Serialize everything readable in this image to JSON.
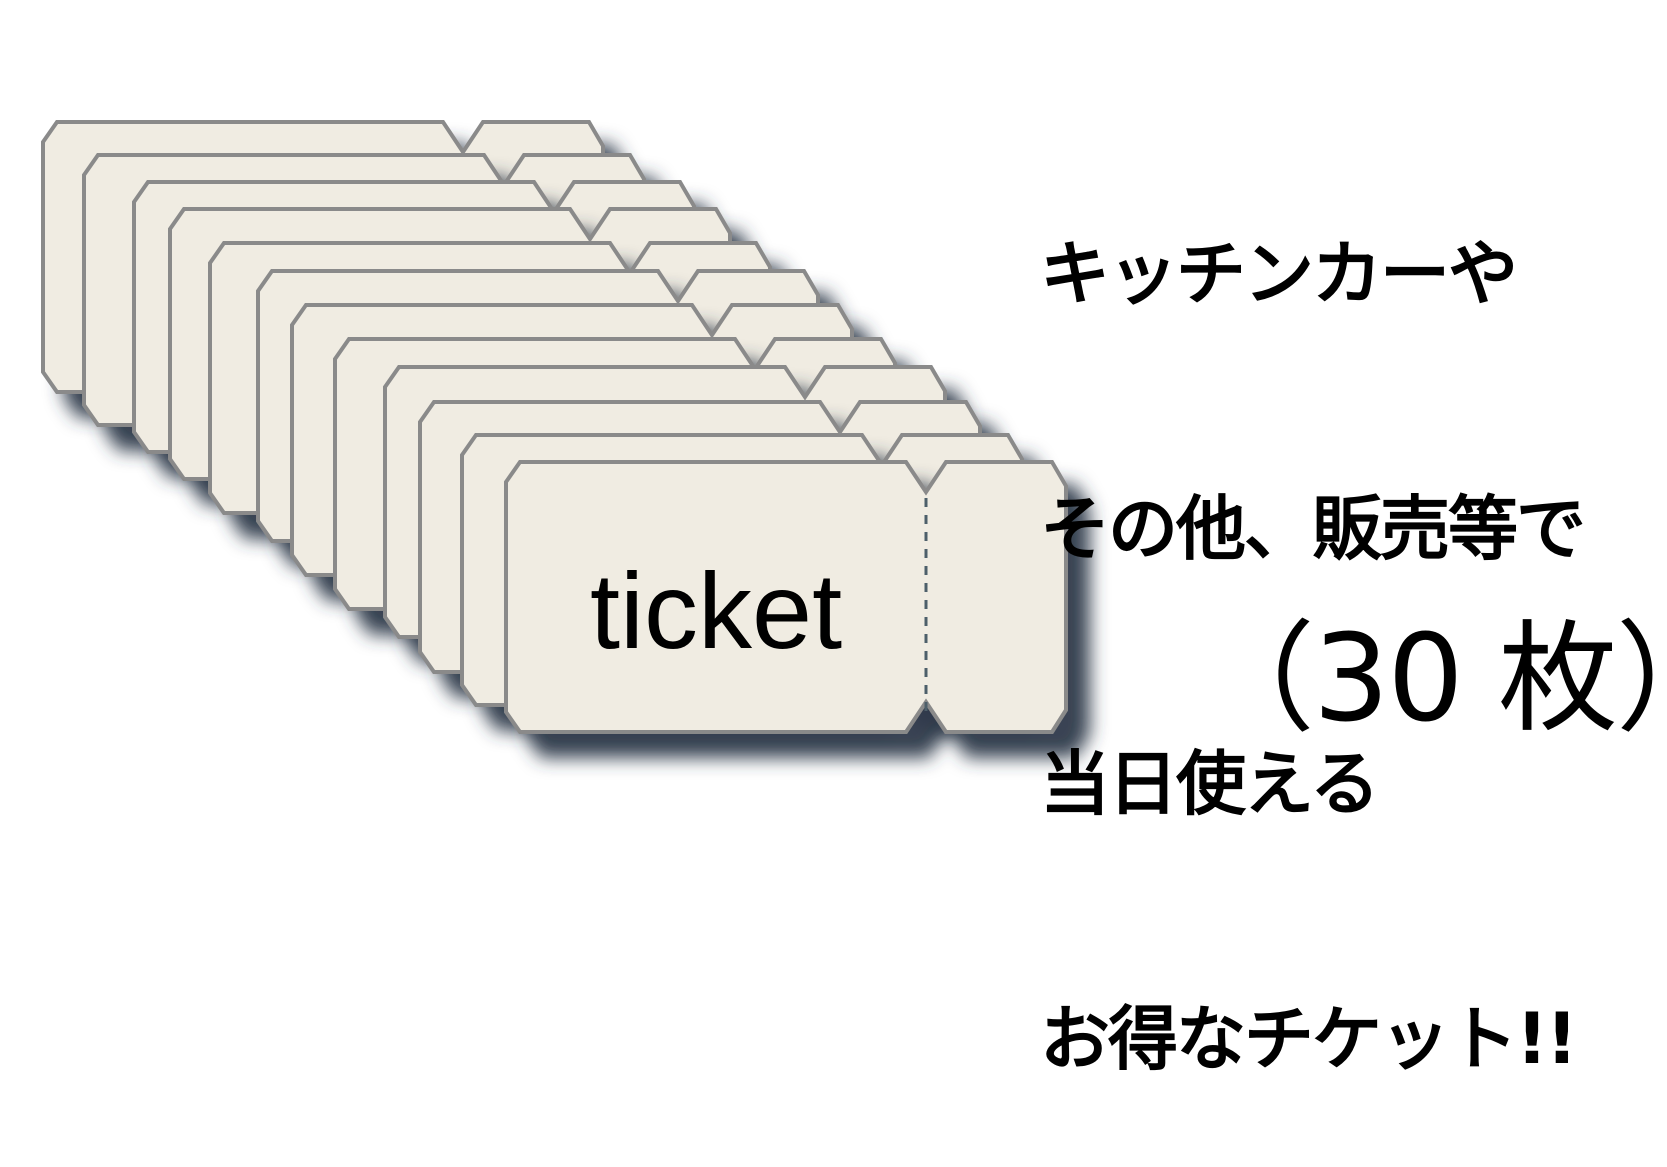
{
  "headline": {
    "lines": [
      "キッチンカーや",
      "その他、販売等で",
      "当日使える",
      "お得なチケット!!"
    ]
  },
  "ticket": {
    "label": "ticket",
    "stack_count": 12,
    "fill_color": "#f0ece2",
    "stroke_color": "#8a8a8a",
    "perforation_color": "#4d5f6b",
    "shadow_color": "#2e3a4a"
  },
  "quantity": {
    "label": "（30 枚）"
  }
}
